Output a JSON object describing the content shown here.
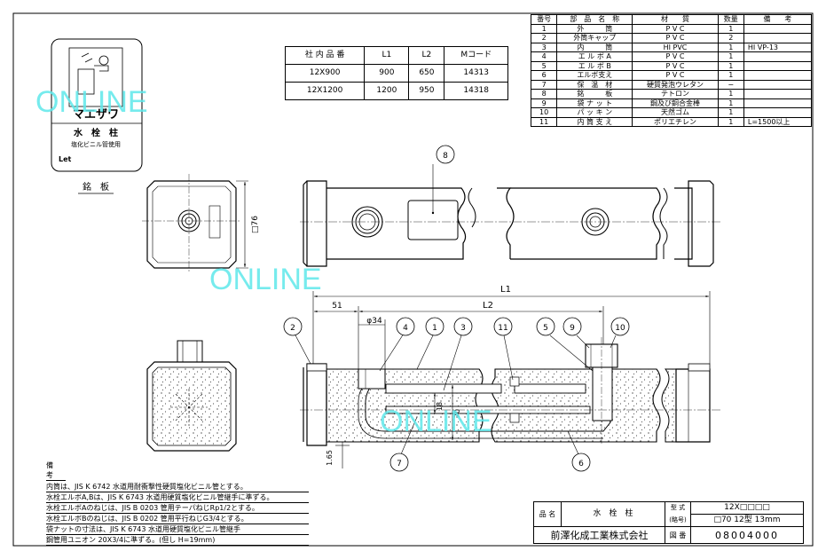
{
  "nameplate": {
    "brand": "マエザワ",
    "product": "水　栓　柱",
    "sub": "塩化ビニル管使用",
    "mark": "Let",
    "caption": "銘　板"
  },
  "watermark": "ONLINE",
  "dimension_table": {
    "headers": [
      "社 内 品 番",
      "L1",
      "L2",
      "Mコード"
    ],
    "rows": [
      [
        "12X900",
        "900",
        "650",
        "14313"
      ],
      [
        "12X1200",
        "1200",
        "950",
        "14318"
      ]
    ]
  },
  "parts_table": {
    "headers": [
      "番号",
      "部　品　名　称",
      "材　　質",
      "数量",
      "備　　考"
    ],
    "rows": [
      [
        "1",
        "外　　　筒",
        "P V C",
        "1",
        ""
      ],
      [
        "2",
        "外筒キャップ",
        "P V C",
        "2",
        ""
      ],
      [
        "3",
        "内　　　筒",
        "HI PVC",
        "1",
        "HI VP-13"
      ],
      [
        "4",
        "エ ル ボ A",
        "P V C",
        "1",
        ""
      ],
      [
        "5",
        "エ ル ボ B",
        "P V C",
        "1",
        ""
      ],
      [
        "6",
        "エルボ支え",
        "P V C",
        "1",
        ""
      ],
      [
        "7",
        "保　温　材",
        "硬質発泡ウレタン",
        "−",
        ""
      ],
      [
        "8",
        "銘　　　板",
        "テトロン",
        "1",
        ""
      ],
      [
        "9",
        "袋 ナ ッ ト",
        "鋼及び銅合金棒",
        "1",
        ""
      ],
      [
        "10",
        "パ ッ キ ン",
        "天然ゴム",
        "1",
        ""
      ],
      [
        "11",
        "内 筒 支 え",
        "ポリエチレン",
        "1",
        "L=1500以上"
      ]
    ]
  },
  "dimensions": {
    "L1": "L1",
    "L2": "L2",
    "d51": "51",
    "phi34": "φ34",
    "sq76": "□76",
    "d1_65": "1.65",
    "d18": "18",
    "d70": "70"
  },
  "balloons": [
    "1",
    "2",
    "3",
    "4",
    "5",
    "6",
    "7",
    "8",
    "9",
    "10",
    "11"
  ],
  "notes": {
    "title": "備　考",
    "lines": [
      "内筒は、JIS K 6742 水道用耐衝撃性硬質塩化ビニル管とする。",
      "水栓エルボA,Bは、JIS K 6743 水道用硬質塩化ビニル管継手に準ずる。",
      "水栓エルボAのねじは、JIS B 0203 管用テーパねじRp1/2とする。",
      "水栓エルボBのねじは、JIS B 0202 管用平行ねじG3/4とする。",
      "袋ナットの寸法は、JIS K 6743 水道用硬質塩化ビニル管継手",
      "鋼管用ユニオン 20X3/4に準ずる。(但し H=19mm)"
    ]
  },
  "title_block": {
    "name_label": "品 名",
    "name": "水　栓　柱",
    "model_label": "型 式",
    "model_label2": "(略号)",
    "model": "12X□□□□",
    "model2": "□70 12型 13mm",
    "company": "前澤化成工業株式会社",
    "drawing_label": "図 番",
    "drawing_no": "08004000"
  }
}
